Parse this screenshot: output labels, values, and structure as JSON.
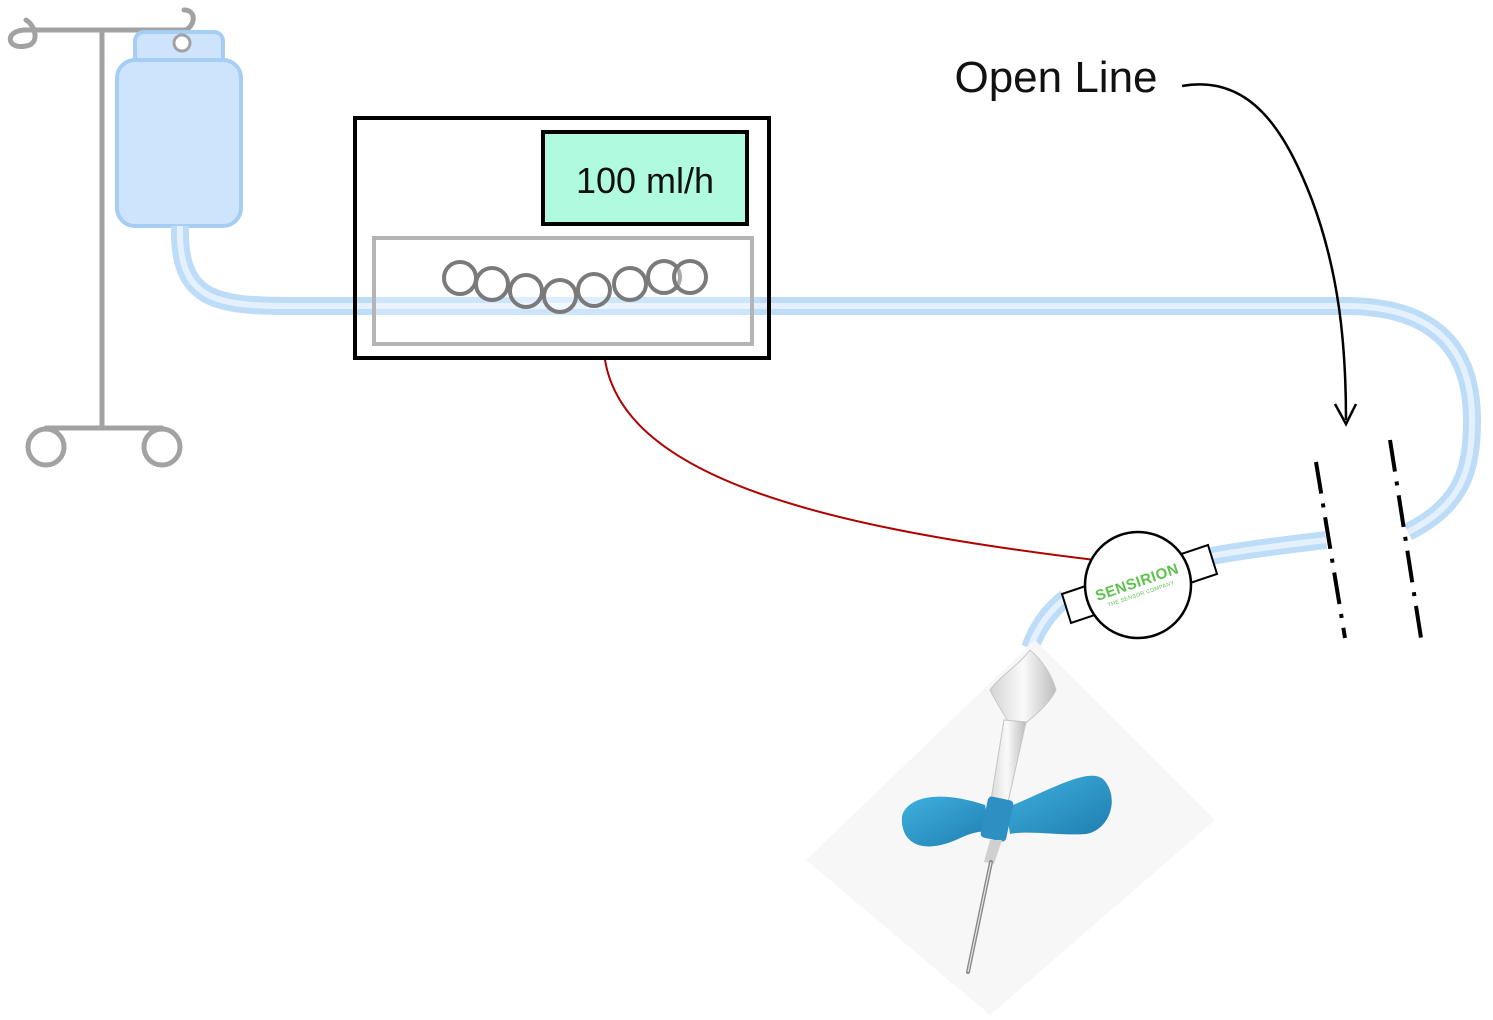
{
  "annotation": {
    "open_line_label": "Open Line"
  },
  "pump": {
    "display_value": "100 ml/h",
    "display_color": "#b0fbe0",
    "roller_count": 8
  },
  "sensor": {
    "brand": "SENSIRION",
    "tagline": "THE SENSOR COMPANY",
    "brand_color": "#5cc24c"
  },
  "colors": {
    "tube_outer": "#bcdcf8",
    "tube_inner": "#e4f1fd",
    "bag_fill": "#cde4fc",
    "pole": "#a2a2a2",
    "signal_wire": "#b00000",
    "wing": "#2a95c6"
  },
  "icons": [
    "iv-bag-icon",
    "iv-pole-icon",
    "infusion-pump-icon",
    "flow-sensor-icon",
    "butterfly-needle-icon"
  ]
}
